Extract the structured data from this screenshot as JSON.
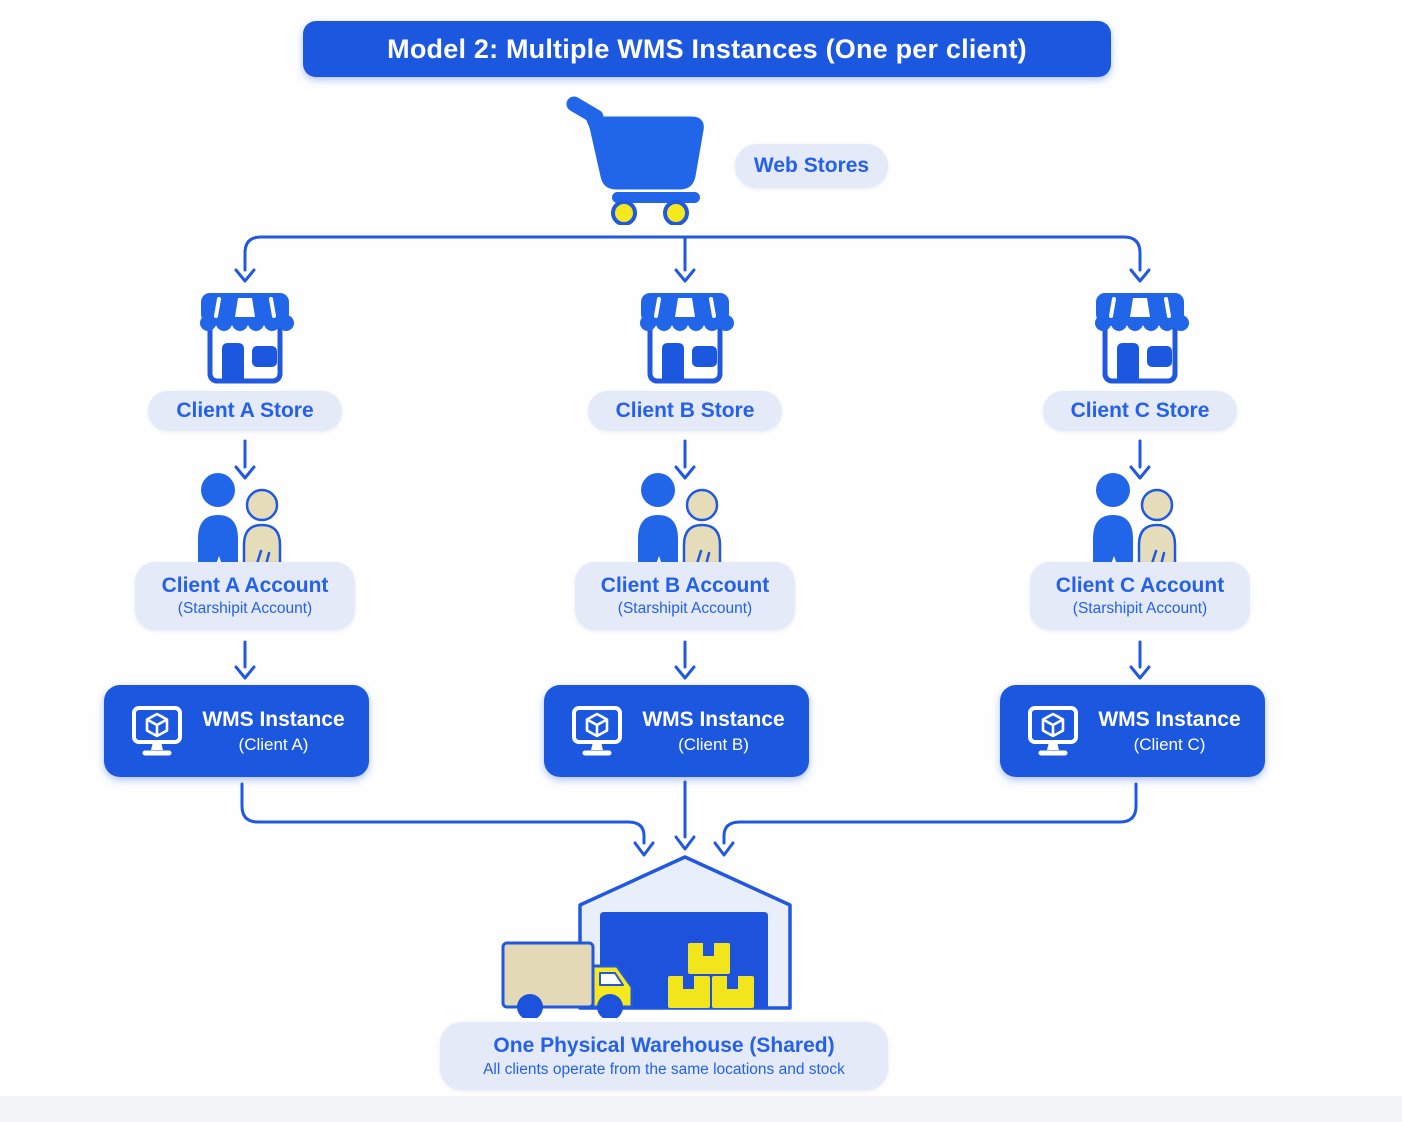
{
  "title": "Model 2: Multiple WMS Instances (One per client)",
  "web_stores_label": "Web Stores",
  "columns": [
    {
      "store_label": "Client A Store",
      "account_label": "Client A Account",
      "account_sublabel": "(Starshipit Account)",
      "wms_label": "WMS Instance",
      "wms_sublabel": "(Client A)"
    },
    {
      "store_label": "Client B Store",
      "account_label": "Client B Account",
      "account_sublabel": "(Starshipit Account)",
      "wms_label": "WMS Instance",
      "wms_sublabel": "(Client B)"
    },
    {
      "store_label": "Client C Store",
      "account_label": "Client C Account",
      "account_sublabel": "(Starshipit Account)",
      "wms_label": "WMS Instance",
      "wms_sublabel": "(Client C)"
    }
  ],
  "warehouse": {
    "label": "One Physical Warehouse (Shared)",
    "sublabel": "All clients operate from the same locations and stock"
  },
  "icons": {
    "cart": "shopping-cart-icon",
    "store": "storefront-icon",
    "account": "users-icon",
    "wms": "monitor-cube-icon",
    "warehouse": "warehouse-truck-icon"
  },
  "colors": {
    "primary_blue": "#1b57df",
    "text_blue": "#2460ea",
    "line_blue": "#2158e0",
    "pill_bg": "#e5eaf8",
    "light_fill": "#e9eefb",
    "yellow": "#f2e51c",
    "cream": "#e5dcba",
    "white": "#ffffff"
  }
}
